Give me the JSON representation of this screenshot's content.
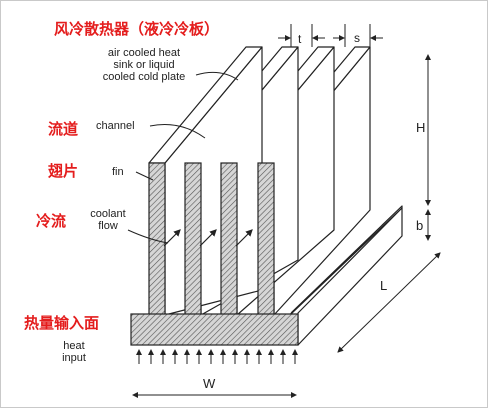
{
  "labels_cn": {
    "title": "风冷散热器（液冷冷板）",
    "channel": "流道",
    "fin": "翅片",
    "coolant": "冷流",
    "heat_input": "热量输入面"
  },
  "labels_en": {
    "sink_line1": "air cooled heat",
    "sink_line2": "sink or liquid",
    "sink_line3": "cooled cold plate",
    "channel": "channel",
    "fin": "fin",
    "coolant_line1": "coolant",
    "coolant_line2": "flow",
    "heat_line1": "heat",
    "heat_line2": "input"
  },
  "dimensions": {
    "t": "t",
    "s": "s",
    "H": "H",
    "b": "b",
    "L": "L",
    "W": "W"
  },
  "colors": {
    "label_cn": "#e41d1d",
    "line": "#222222",
    "hatch_bg": "#cfcfcf"
  }
}
